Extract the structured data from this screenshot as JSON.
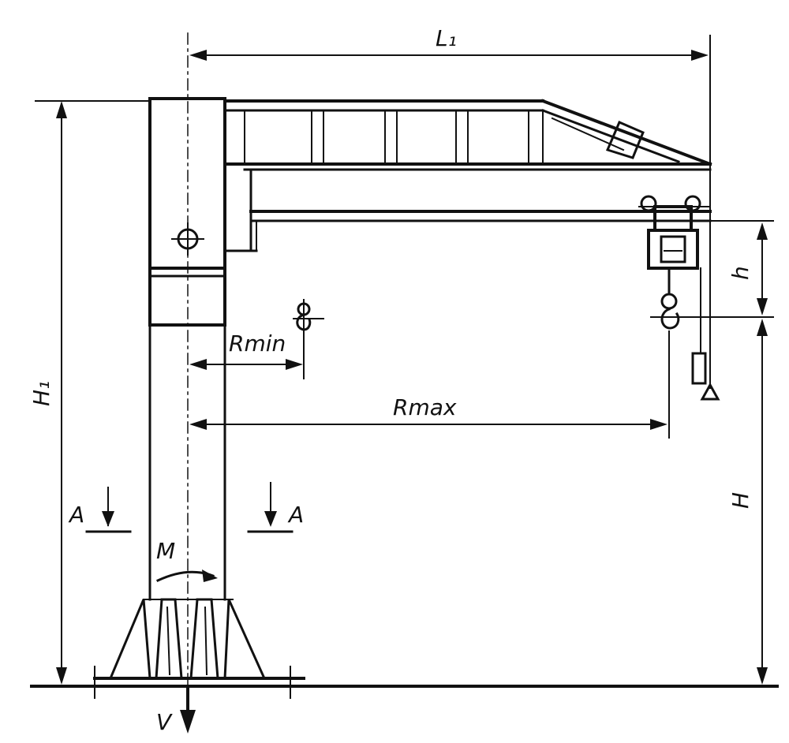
{
  "diagram": {
    "labels": {
      "L1": "L₁",
      "H1": "H₁",
      "H": "H",
      "h": "h",
      "Rmin": "Rmin",
      "Rmax": "Rmax",
      "M": "M",
      "V": "V",
      "section_left": "A",
      "section_right": "A"
    }
  }
}
